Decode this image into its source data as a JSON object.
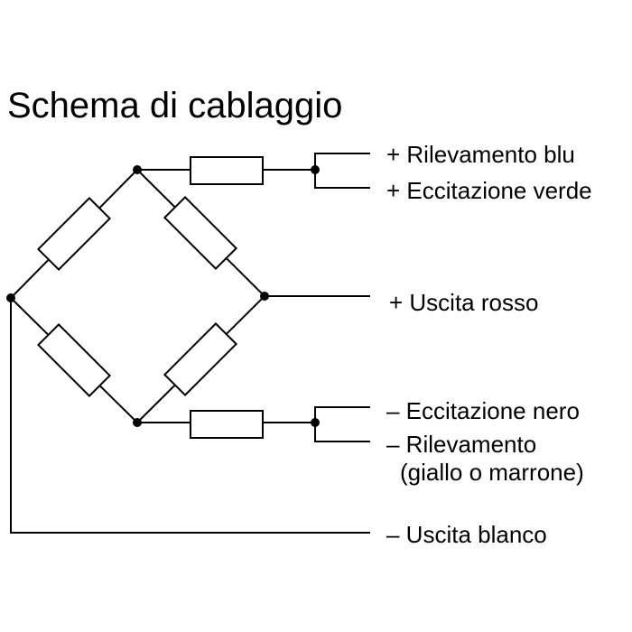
{
  "title": "Schema di cablaggio",
  "labels": {
    "sense_plus": "+ Rilevamento blu",
    "excitation_plus": "+ Eccitazione verde",
    "output_plus": "+ Uscita rosso",
    "excitation_minus": "– Eccitazione nero",
    "sense_minus_line1": "– Rilevamento",
    "sense_minus_line2": "(giallo o marrone)",
    "output_minus": "– Uscita blanco"
  },
  "colors": {
    "line": "#000000",
    "background": "#ffffff"
  }
}
